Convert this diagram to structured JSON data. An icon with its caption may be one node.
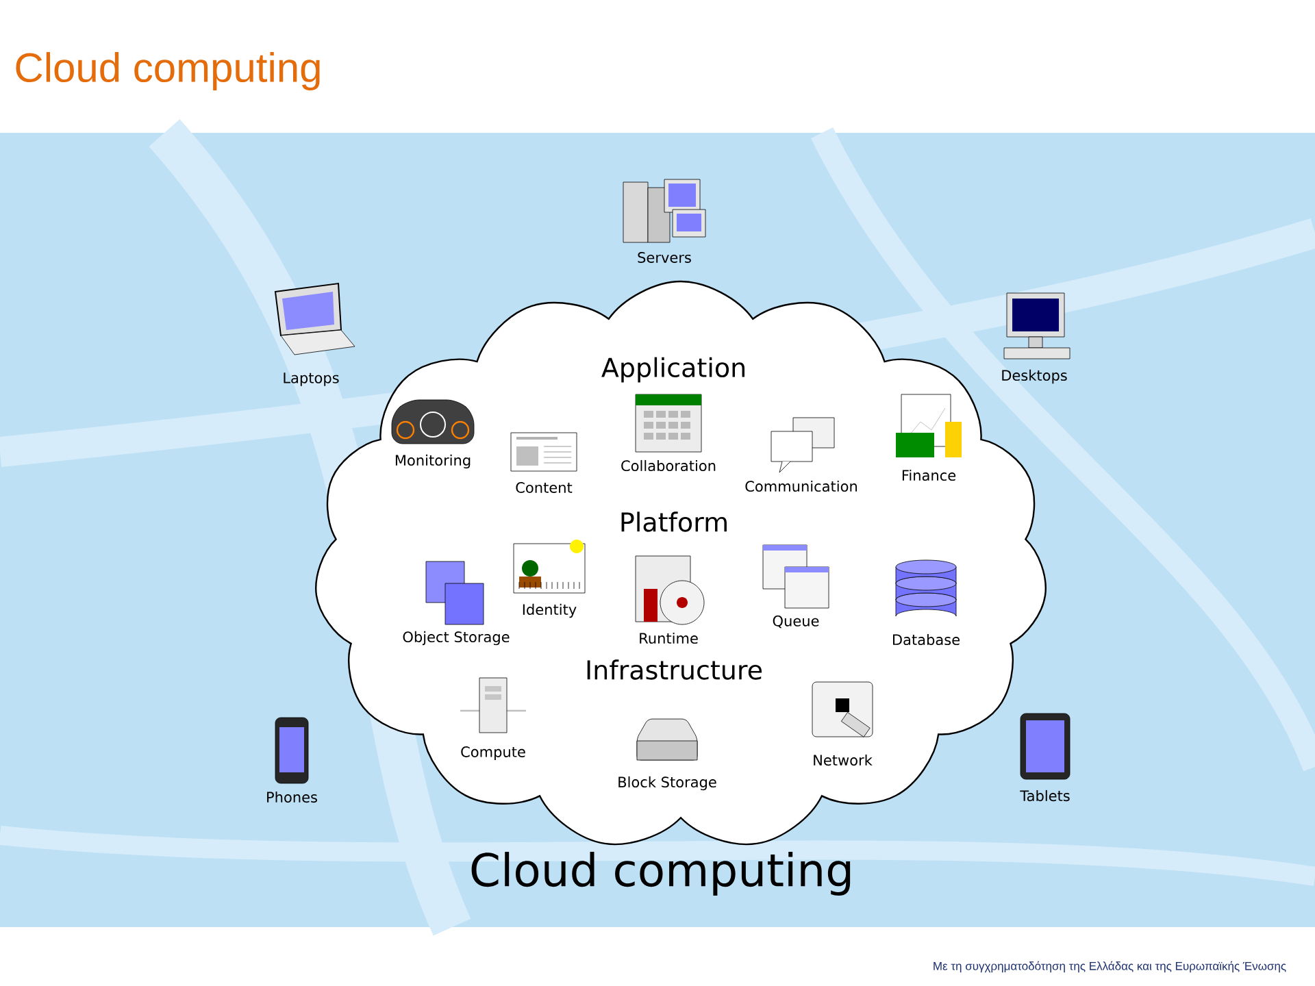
{
  "diagram": {
    "title": "Cloud computing",
    "caption": "Cloud computing",
    "nodes": [
      {
        "text": [
          "Servers"
        ]
      },
      {
        "text": [
          "Laptops"
        ]
      },
      {
        "text": [
          "Desktops"
        ]
      },
      {
        "text": [
          "Application",
          "Platform",
          "Infrastructure"
        ]
      },
      {
        "text": [
          "Monitoring"
        ],
        "in": 3
      },
      {
        "text": [
          "Content"
        ],
        "in": 3
      },
      {
        "text": [
          "Collaboration"
        ],
        "in": 3
      },
      {
        "text": [
          "Communication"
        ],
        "in": 3
      },
      {
        "text": [
          "Finance"
        ],
        "in": 3
      },
      {
        "text": [
          "Object Storage"
        ],
        "in": 3
      },
      {
        "text": [
          "Identity"
        ],
        "in": 3
      },
      {
        "text": [
          "Runtime"
        ],
        "in": 3
      },
      {
        "text": [
          "Queue"
        ],
        "in": 3
      },
      {
        "text": [
          "Database"
        ],
        "in": 3
      },
      {
        "text": [
          "Compute"
        ],
        "in": 3
      },
      {
        "text": [
          "Block Storage"
        ],
        "in": 3
      },
      {
        "text": [
          "Network"
        ],
        "in": 3
      },
      {
        "text": [
          "Phones"
        ]
      },
      {
        "text": [
          "Tablets"
        ]
      }
    ],
    "edges": [],
    "labels": [
      "Με τη συγχρηματοδότηση της Ελλάδας και της Ευρωπαϊκής Ένωσης"
    ]
  }
}
